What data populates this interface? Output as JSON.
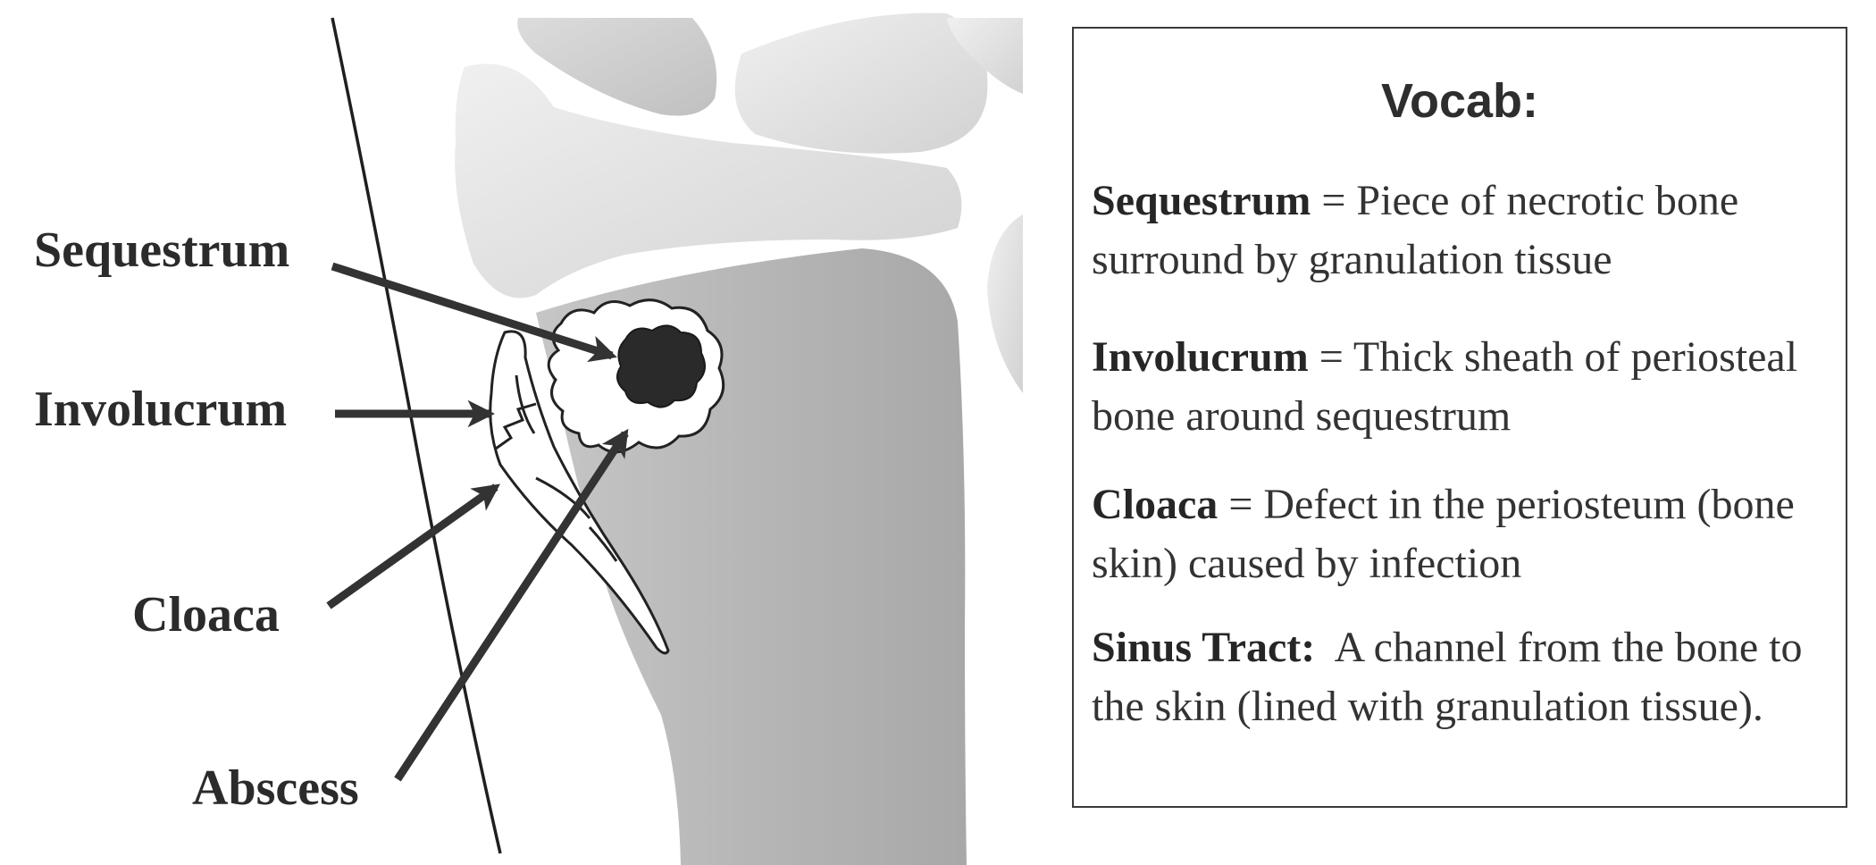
{
  "diagram": {
    "labels": {
      "sequestrum": "Sequestrum",
      "involucrum": "Involucrum",
      "cloaca": "Cloaca",
      "abscess": "Abscess"
    }
  },
  "vocab": {
    "title": "Vocab:",
    "entries": [
      {
        "term": "Sequestrum",
        "separator": " = ",
        "definition": "Piece of necrotic bone surround by granulation tissue"
      },
      {
        "term": "Involucrum",
        "separator": " = ",
        "definition": "Thick sheath of periosteal bone around sequestrum"
      },
      {
        "term": "Cloaca",
        "separator": " = ",
        "definition": "Defect in the periosteum (bone skin) caused by infection"
      },
      {
        "term": "Sinus Tract:",
        "separator": "  ",
        "definition": "A channel from the bone to the skin (lined with granulation tissue)."
      }
    ]
  },
  "colors": {
    "bone_light": "#e4e4e4",
    "bone_mid": "#c8c8c8",
    "bone_dark": "#a9a9a9",
    "sequestrum": "#2a2a2a",
    "arrow": "#333333"
  }
}
